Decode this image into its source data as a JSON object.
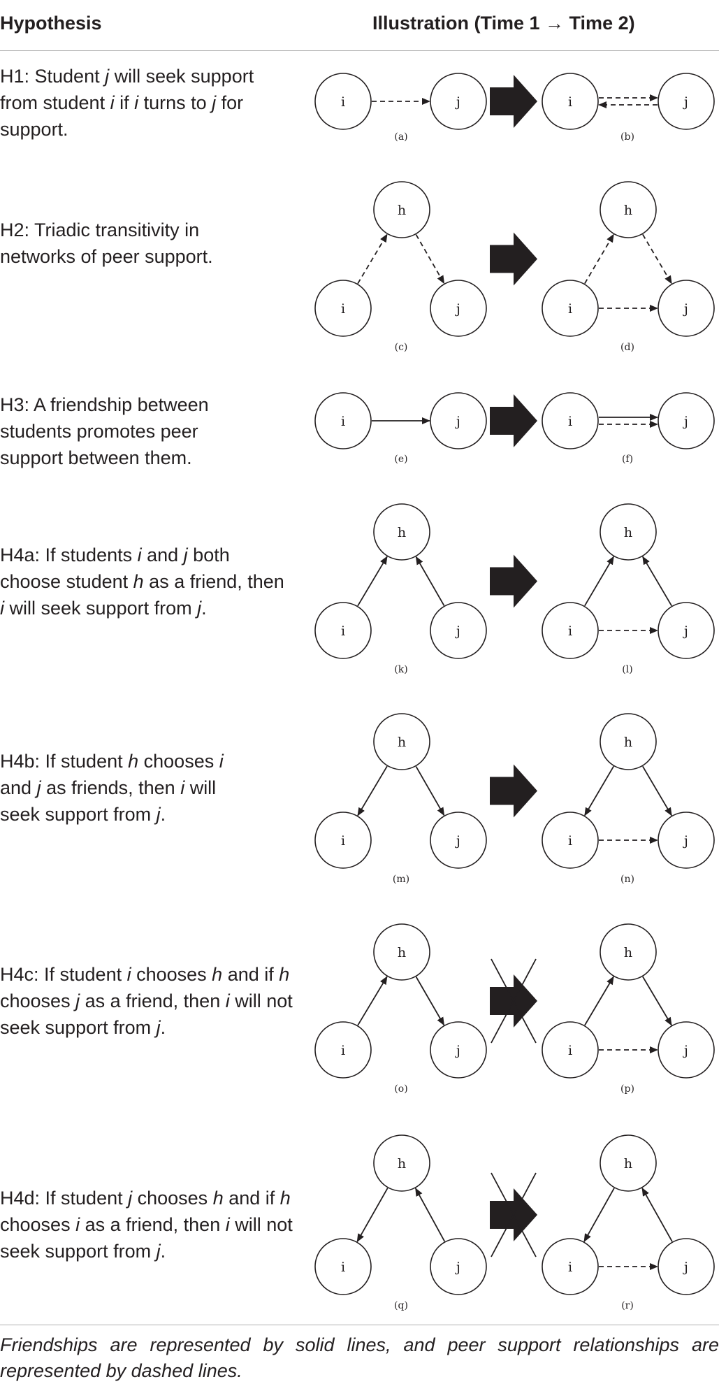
{
  "header": {
    "col1": "Hypothesis",
    "col2": "Illustration (Time 1 → Time 2)"
  },
  "rows": [
    {
      "id": "h1",
      "parts": [
        [
          "H1: Student ",
          false
        ],
        [
          "j",
          true
        ],
        [
          " will seek support from student ",
          false
        ],
        [
          "i",
          true
        ],
        [
          " if ",
          false
        ],
        [
          "i",
          true
        ],
        [
          " turns to ",
          false
        ],
        [
          "j",
          true
        ],
        [
          " for support.",
          false
        ]
      ],
      "captions": [
        "(a)",
        "(b)"
      ]
    },
    {
      "id": "h2",
      "parts": [
        [
          "H2: Triadic transitivity in networks of peer support.",
          false
        ]
      ],
      "captions": [
        "(c)",
        "(d)"
      ]
    },
    {
      "id": "h3",
      "parts": [
        [
          "H3: A friendship between students promotes peer support between them.",
          false
        ]
      ],
      "captions": [
        "(e)",
        "(f)"
      ]
    },
    {
      "id": "h4a",
      "parts": [
        [
          "H4a: If students ",
          false
        ],
        [
          "i",
          true
        ],
        [
          " and ",
          false
        ],
        [
          "j",
          true
        ],
        [
          " both choose student ",
          false
        ],
        [
          "h",
          true
        ],
        [
          " as a friend, then ",
          false
        ],
        [
          "i",
          true
        ],
        [
          " will seek support from ",
          false
        ],
        [
          "j",
          true
        ],
        [
          ".",
          false
        ]
      ],
      "captions": [
        "(k)",
        "(l)"
      ]
    },
    {
      "id": "h4b",
      "parts": [
        [
          "H4b: If student ",
          false
        ],
        [
          "h",
          true
        ],
        [
          " chooses ",
          false
        ],
        [
          "i",
          true
        ],
        [
          " and ",
          false
        ],
        [
          "j",
          true
        ],
        [
          " as friends, then ",
          false
        ],
        [
          "i",
          true
        ],
        [
          " will seek support from ",
          false
        ],
        [
          "j",
          true
        ],
        [
          ".",
          false
        ]
      ],
      "captions": [
        "(m)",
        "(n)"
      ]
    },
    {
      "id": "h4c",
      "parts": [
        [
          "H4c: If student ",
          false
        ],
        [
          "i",
          true
        ],
        [
          " chooses ",
          false
        ],
        [
          "h",
          true
        ],
        [
          " and if ",
          false
        ],
        [
          "h",
          true
        ],
        [
          " chooses ",
          false
        ],
        [
          "j",
          true
        ],
        [
          " as a friend, then ",
          false
        ],
        [
          "i",
          true
        ],
        [
          " will not seek support from ",
          false
        ],
        [
          "j",
          true
        ],
        [
          ".",
          false
        ]
      ],
      "captions": [
        "(o)",
        "(p)"
      ]
    },
    {
      "id": "h4d",
      "parts": [
        [
          "H4d: If student ",
          false
        ],
        [
          "j",
          true
        ],
        [
          " chooses ",
          false
        ],
        [
          "h",
          true
        ],
        [
          " and if ",
          false
        ],
        [
          "h",
          true
        ],
        [
          " chooses ",
          false
        ],
        [
          "i",
          true
        ],
        [
          " as a friend, then ",
          false
        ],
        [
          "i",
          true
        ],
        [
          " will not seek support from ",
          false
        ],
        [
          "j",
          true
        ],
        [
          ".",
          false
        ]
      ],
      "captions": [
        "(q)",
        "(r)"
      ]
    }
  ],
  "node_labels": {
    "i": "i",
    "j": "j",
    "h": "h"
  },
  "legend_note": "Friendships are represented by solid lines, and peer support relationships are represented by dashed lines.",
  "colors": {
    "ink": "#231f20",
    "rule": "#b0b0b0"
  }
}
